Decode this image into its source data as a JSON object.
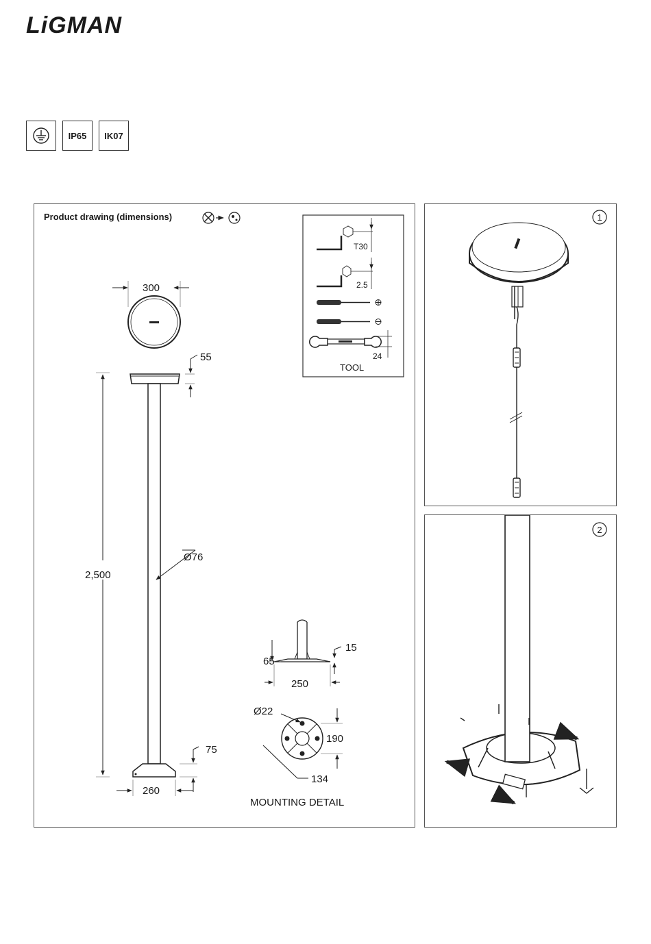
{
  "brand": {
    "logo": "LiGMAN"
  },
  "certifications": [
    {
      "icon": "earth-ground-icon",
      "label": ""
    },
    {
      "icon": "ip-rating-badge",
      "label": "IP65"
    },
    {
      "icon": "ik-rating-badge",
      "label": "IK07"
    }
  ],
  "product_drawing": {
    "title": "Product drawing (dimensions)",
    "top_diameter": "300",
    "head_height": "55",
    "total_height": "2,500",
    "pole_diameter": "Ø76",
    "base_height": "75",
    "base_width": "260",
    "tools": {
      "title": "TOOL",
      "torx": "T30",
      "hex": "2.5",
      "wrench": "24"
    },
    "mounting": {
      "title": "MOUNTING DETAIL",
      "flange_height": "65",
      "plate_thickness": "15",
      "plate_width": "250",
      "hole_diameter": "Ø22",
      "hole_spacing_v": "190",
      "hole_spacing_diag": "134"
    }
  },
  "steps": [
    {
      "number": "1"
    },
    {
      "number": "2"
    }
  ]
}
